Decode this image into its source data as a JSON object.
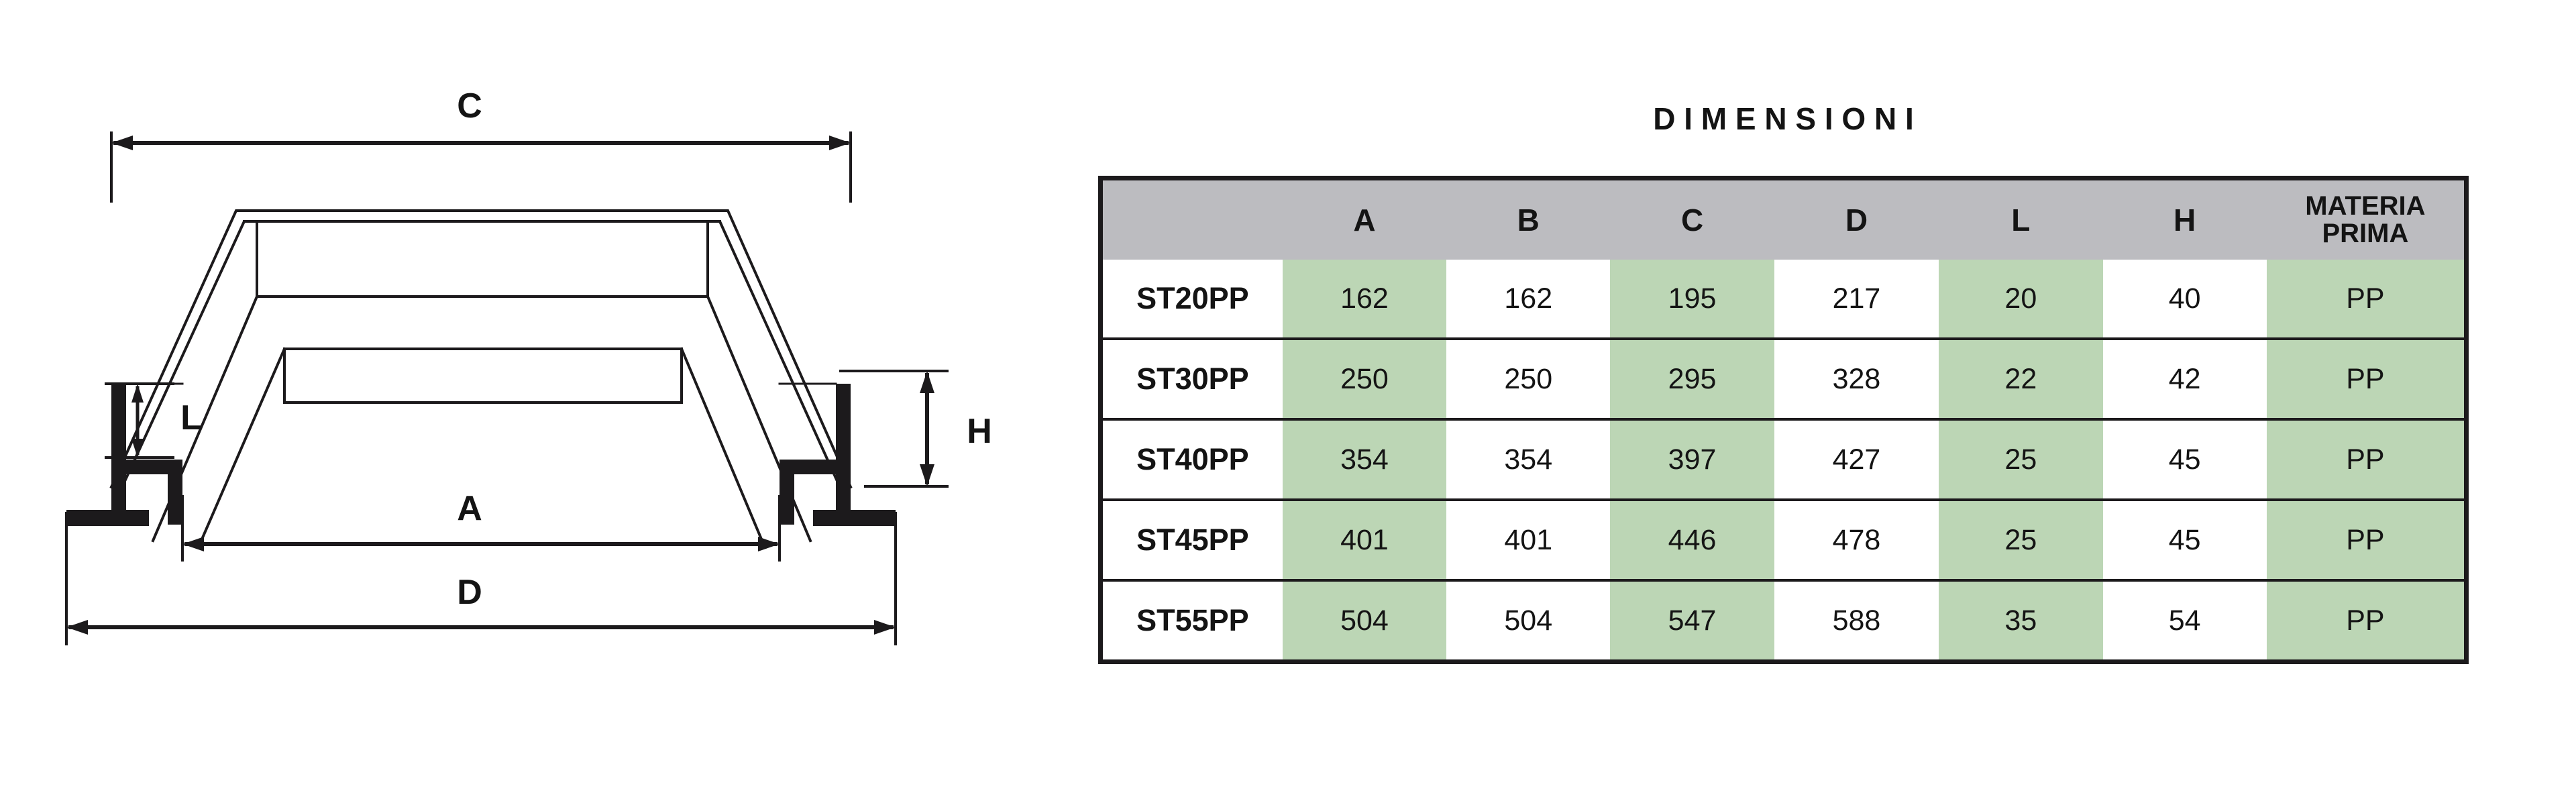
{
  "drawing": {
    "name": "profile-cross-section-drawing",
    "labels": {
      "c": "C",
      "l": "L",
      "a": "A",
      "d": "D",
      "h": "H"
    }
  },
  "table": {
    "title": "D I M E N S I O N I",
    "headers": [
      "",
      "A",
      "B",
      "C",
      "D",
      "L",
      "H"
    ],
    "material_header_line1": "MATERIA",
    "material_header_line2": "PRIMA",
    "rows": [
      {
        "name": "ST20PP",
        "A": "162",
        "B": "162",
        "C": "195",
        "D": "217",
        "L": "20",
        "H": "40",
        "MP": "PP"
      },
      {
        "name": "ST30PP",
        "A": "250",
        "B": "250",
        "C": "295",
        "D": "328",
        "L": "22",
        "H": "42",
        "MP": "PP"
      },
      {
        "name": "ST40PP",
        "A": "354",
        "B": "354",
        "C": "397",
        "D": "427",
        "L": "25",
        "H": "45",
        "MP": "PP"
      },
      {
        "name": "ST45PP",
        "A": "401",
        "B": "401",
        "C": "446",
        "D": "478",
        "L": "25",
        "H": "45",
        "MP": "PP"
      },
      {
        "name": "ST55PP",
        "A": "504",
        "B": "504",
        "C": "547",
        "D": "588",
        "L": "35",
        "H": "54",
        "MP": "PP"
      }
    ]
  },
  "colors": {
    "header_gray": "#bcbcc0",
    "cell_green": "#bcd6b5",
    "line_black": "#1c1a1c",
    "page_white": "#ffffff"
  }
}
